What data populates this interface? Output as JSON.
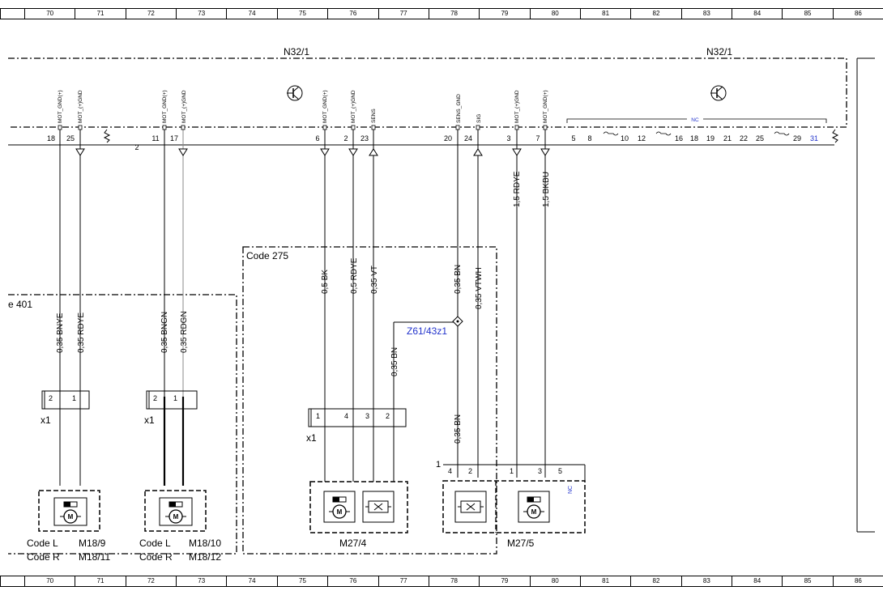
{
  "ruler": [
    "70",
    "71",
    "72",
    "73",
    "74",
    "75",
    "76",
    "77",
    "78",
    "79",
    "80",
    "81",
    "82",
    "83",
    "84",
    "85",
    "86"
  ],
  "modules": {
    "left_title": "N32/1",
    "right_title": "N32/1"
  },
  "pins_top": {
    "g1": [
      "18",
      "25"
    ],
    "g2": [
      "11",
      "17"
    ],
    "g3": [
      "6",
      "2",
      "23"
    ],
    "g4": [
      "20",
      "24"
    ],
    "g5": [
      "3",
      "7"
    ],
    "nc": [
      "5",
      "8",
      "10",
      "12",
      "16",
      "18",
      "19",
      "21",
      "22",
      "25",
      "29",
      "31"
    ],
    "connector_no": "2"
  },
  "signals": {
    "mot_gnd": "MOT_GND(+)",
    "mot_ygnd": "MOT_(+)GND",
    "sens": "SENS",
    "sens_gnd": "SENS_GND",
    "sig": "SIG",
    "nc": "NC"
  },
  "wires": {
    "w1": "0,35 BNYE",
    "w2": "0,35 RDYE",
    "w3": "0,35 BNGN",
    "w4": "0,35 RDGN",
    "w5": "0,5 BK",
    "w6": "0,5 RDYE",
    "w7": "0,35 VT",
    "w8": "0,35 BN",
    "w9": "0,35 VTWH",
    "w10": "1,5 RDYE",
    "w11": "1,5 BKBU",
    "w12": "0,35 BN",
    "w13": "0,35 BN"
  },
  "code_boxes": {
    "left": "e 401",
    "middle": "Code 275"
  },
  "splice": "Z61/43z1",
  "connectors": {
    "x1": "x1",
    "c1": [
      "2",
      "1"
    ],
    "c2": [
      "2",
      "1"
    ],
    "c3": [
      "1",
      "4",
      "3",
      "2"
    ],
    "m275": [
      "4",
      "2",
      "1",
      "3",
      "5"
    ],
    "m275_no": "1",
    "m275_nc": "NC"
  },
  "components": {
    "code_l": "Code L",
    "code_r": "Code R",
    "m18_9": "M18/9",
    "m18_11": "M18/11",
    "m18_10": "M18/10",
    "m18_12": "M18/12",
    "m27_4": "M27/4",
    "m27_5": "M27/5"
  }
}
